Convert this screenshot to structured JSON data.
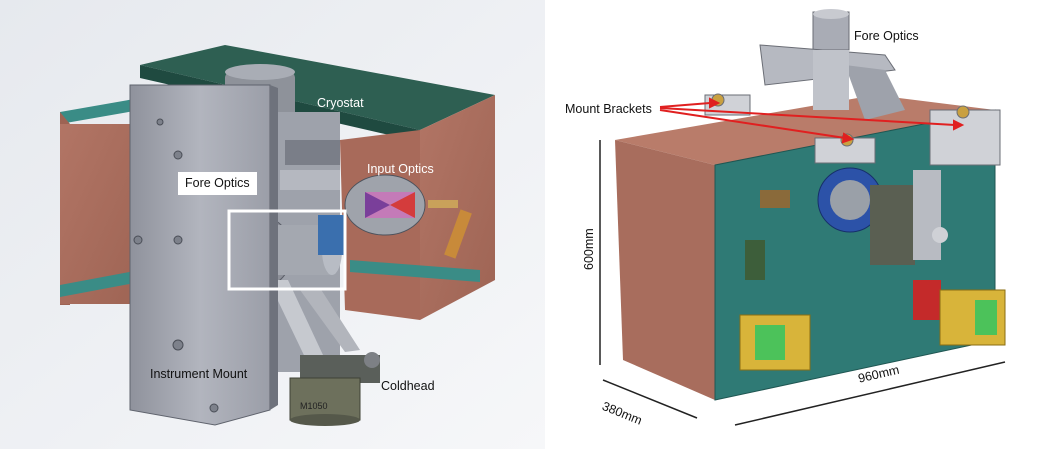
{
  "left_panel": {
    "labels": {
      "cryostat": "Cryostat",
      "input_optics": "Input Optics",
      "fore_optics": "Fore Optics",
      "instrument_mount": "Instrument Mount",
      "coldhead": "Coldhead",
      "coldhead_marking": "M1050"
    }
  },
  "right_panel": {
    "labels": {
      "fore_optics": "Fore Optics",
      "mount_brackets": "Mount Brackets"
    },
    "dimensions": {
      "height": "600mm",
      "width": "960mm",
      "depth": "380mm"
    }
  },
  "colors": {
    "copper_panel": "#b97c6a",
    "teal_panel": "#2f7a75",
    "grey_metal": "#a9acb5",
    "arrow_red": "#e02020"
  }
}
